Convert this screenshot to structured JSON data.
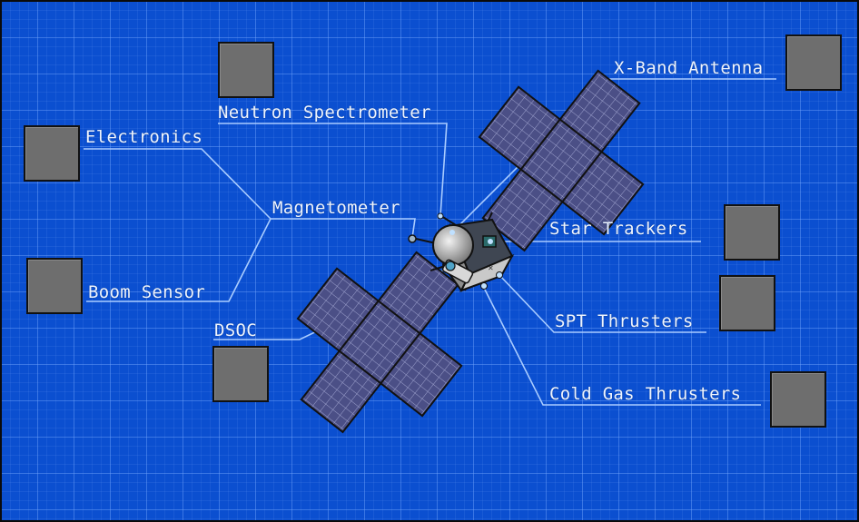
{
  "labels": {
    "neutron_spectrometer": "Neutron Spectrometer",
    "electronics": "Electronics",
    "magnetometer": "Magnetometer",
    "boom_sensor": "Boom Sensor",
    "dsoc": "DSOC",
    "x_band_antenna": "X-Band Antenna",
    "star_trackers": "Star Trackers",
    "spt_thrusters": "SPT Thrusters",
    "cold_gas_thrusters": "Cold Gas Thrusters"
  },
  "colors": {
    "background": "#0b4fd0",
    "leader_line": "#a9ccff",
    "slot": "#6e6e6e",
    "solar_panel": "#4b4f86"
  }
}
